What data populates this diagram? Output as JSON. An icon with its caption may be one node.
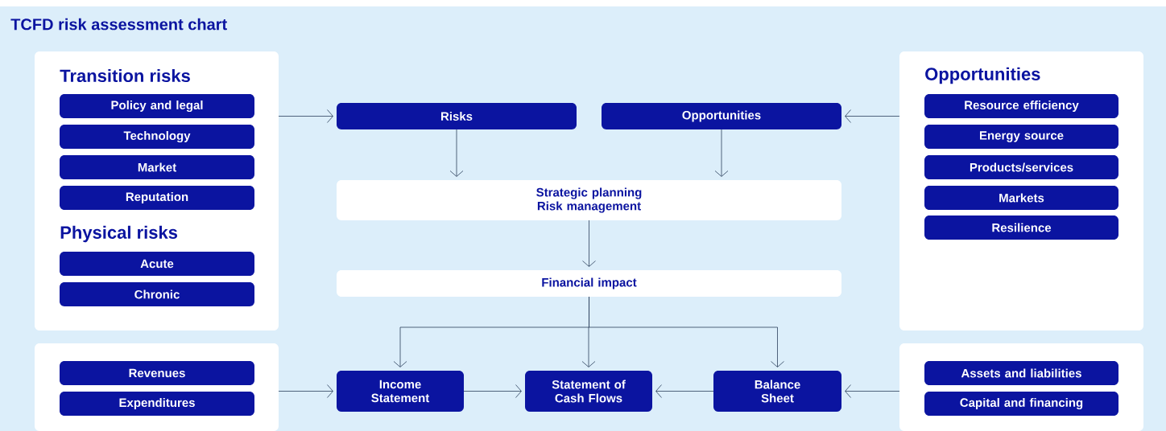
{
  "diagram": {
    "title": "TCFD risk assessment chart",
    "nodes": [
      {
        "text": [
          "Transition risks",
          "Physical risks"
        ]
      },
      {
        "text": [
          "Policy and legal"
        ],
        "in": 0
      },
      {
        "text": [
          "Technology"
        ],
        "in": 0
      },
      {
        "text": [
          "Market"
        ],
        "in": 0
      },
      {
        "text": [
          "Reputation"
        ],
        "in": 0
      },
      {
        "text": [
          "Acute"
        ],
        "in": 0
      },
      {
        "text": [
          "Chronic"
        ],
        "in": 0
      },
      {
        "text": [
          "Risks"
        ]
      },
      {
        "text": [
          "Opportunities"
        ]
      },
      {
        "text": [
          "Opportunities"
        ]
      },
      {
        "text": [
          "Resource efficiency"
        ],
        "in": 9
      },
      {
        "text": [
          "Energy source"
        ],
        "in": 9
      },
      {
        "text": [
          "Products/services"
        ],
        "in": 9
      },
      {
        "text": [
          "Markets"
        ],
        "in": 9
      },
      {
        "text": [
          "Resilience"
        ],
        "in": 9
      },
      {
        "text": [
          "Strategic planning Risk management"
        ]
      },
      {
        "text": [
          "Financial impact"
        ]
      },
      {
        "text": [],
        "shape": "box"
      },
      {
        "text": [
          "Revenues"
        ],
        "in": 17
      },
      {
        "text": [
          "Expenditures"
        ],
        "in": 17
      },
      {
        "text": [
          "Income Statement"
        ]
      },
      {
        "text": [
          "Statement of Cash Flows"
        ]
      },
      {
        "text": [
          "Balance Sheet"
        ]
      },
      {
        "text": [],
        "shape": "box"
      },
      {
        "text": [
          "Assets and liabilities"
        ],
        "in": 23
      },
      {
        "text": [
          "Capital and financing"
        ],
        "in": 23
      }
    ],
    "edges": [
      {
        "from": 0,
        "to": 7,
        "arrow": "to"
      },
      {
        "from": 9,
        "to": 8,
        "arrow": "to"
      },
      {
        "from": 7,
        "to": 15,
        "arrow": "to"
      },
      {
        "from": 8,
        "to": 15,
        "arrow": "to"
      },
      {
        "from": 15,
        "to": 16,
        "arrow": "to"
      },
      {
        "from": 16,
        "to": 20,
        "arrow": "to"
      },
      {
        "from": 16,
        "to": 21,
        "arrow": "to"
      },
      {
        "from": 16,
        "to": 22,
        "arrow": "to"
      },
      {
        "from": 17,
        "to": 20,
        "arrow": "to"
      },
      {
        "from": 20,
        "to": 21,
        "arrow": "to"
      },
      {
        "from": 22,
        "to": 21,
        "arrow": "to"
      },
      {
        "from": 23,
        "to": 22,
        "arrow": "to"
      }
    ]
  }
}
